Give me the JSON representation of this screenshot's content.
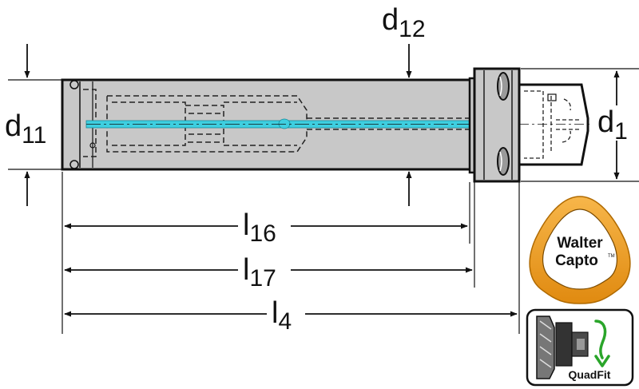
{
  "dimensions": {
    "d12": {
      "main": "d",
      "sub": "12"
    },
    "d11": {
      "main": "d",
      "sub": "11"
    },
    "d1": {
      "main": "d",
      "sub": "1"
    },
    "l16": {
      "main": "l",
      "sub": "16"
    },
    "l17": {
      "main": "l",
      "sub": "17"
    },
    "l4": {
      "main": "l",
      "sub": "4"
    }
  },
  "logos": {
    "walter_capto": {
      "line1": "Walter",
      "line2": "Capto",
      "mark": "TM"
    },
    "quadfit": {
      "label": "QuadFit"
    }
  },
  "colors": {
    "body_fill": "#c8c8c8",
    "coolant": "#3ecfe0",
    "logo_orange": "#f2a21e",
    "quadfit_arrow": "#2aa52a"
  }
}
